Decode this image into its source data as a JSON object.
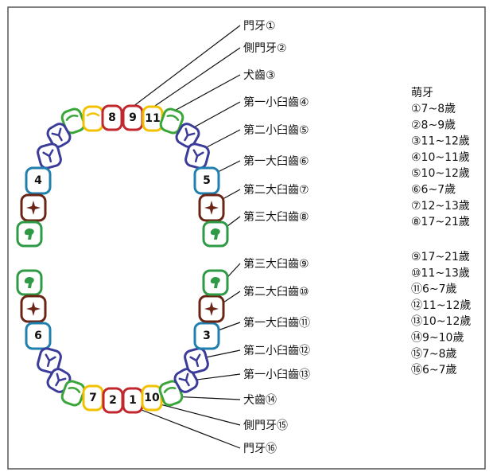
{
  "diagram": {
    "colors": {
      "incisor_central": "#c1272d",
      "incisor_lateral": "#f2c200",
      "canine": "#3aa63a",
      "premolar": "#3b3b99",
      "molar1": "#1f7fae",
      "molar2": "#6b2515",
      "molar3": "#2e9a46",
      "leader": "#111111",
      "frame": "#555555"
    },
    "upper_labels": [
      "門牙①",
      "側門牙②",
      "犬齒③",
      "第一小臼齒④",
      "第二小臼齒⑤",
      "第一大臼齒⑥",
      "第二大臼齒⑦",
      "第三大臼齒⑧"
    ],
    "lower_labels": [
      "第三大臼齒⑨",
      "第二大臼齒⑩",
      "第一大臼齒⑪",
      "第二小臼齒⑫",
      "第一小臼齒⑬",
      "犬齒⑭",
      "側門牙⑮",
      "門牙⑯"
    ],
    "tooth_numbers": {
      "upper_left_central": "8",
      "upper_right_central": "9",
      "upper_right_lateral": "11",
      "upper_left_molar1": "4",
      "upper_right_molar1": "5",
      "lower_left_molar1": "6",
      "lower_right_molar1": "3",
      "lower_left_lateral": "7",
      "lower_left_central": "2",
      "lower_right_central": "1",
      "lower_right_lateral": "10"
    },
    "eruption": {
      "title": "萌牙",
      "upper": [
        "①7~8歲",
        "②8~9歲",
        "③11~12歲",
        "④10~11歲",
        "⑤10~12歲",
        "⑥6~7歲",
        "⑦12~13歲",
        "⑧17~21歲"
      ],
      "lower": [
        "⑨17~21歲",
        "⑩11~13歲",
        "⑪6~7歲",
        "⑫11~12歲",
        "⑬10~12歲",
        "⑭9~10歲",
        "⑮7~8歲",
        "⑯6~7歲"
      ]
    }
  }
}
